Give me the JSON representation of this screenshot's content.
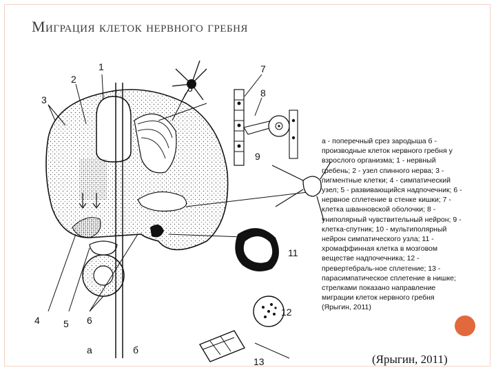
{
  "slide": {
    "title": "Миграция клеток нервного гребня",
    "caption": "а - поперечный срез зародыша б - производные клеток нервного гребня у взрослого организма; 1 - нервный гребень; 2 - узел спинного нерва; 3 - пигментные клетки; 4 - симпатический узел; 5 - развивающийся надпочечник; 6 - нервное сплетение в стенке кишки; 7 - клетка шванновской оболочки; 8 - униполярный чувствительный нейрон; 9 - клетка-спутник; 10 - мультиполярный нейрон симпатического узла; 11 - хромаффинная клетка в мозговом веществе надпочечника; 12 - превертебраль-ное сплетение; 13 - парасимпатическое сплетение в нишке; стрелками показано направление миграции клеток нервного гребня (Ярыгин, 2011)",
    "citation": "(Ярыгин, 2011)",
    "accent_color": "#e2693c"
  },
  "figure": {
    "labels": {
      "n1": "1",
      "n2": "2",
      "n3a": "3",
      "n3b": "3",
      "n4": "4",
      "n5": "5",
      "n6": "6",
      "n7": "7",
      "n8": "8",
      "n9": "9",
      "n11": "11",
      "n12": "12",
      "n13": "13",
      "a": "а",
      "b": "б"
    }
  }
}
